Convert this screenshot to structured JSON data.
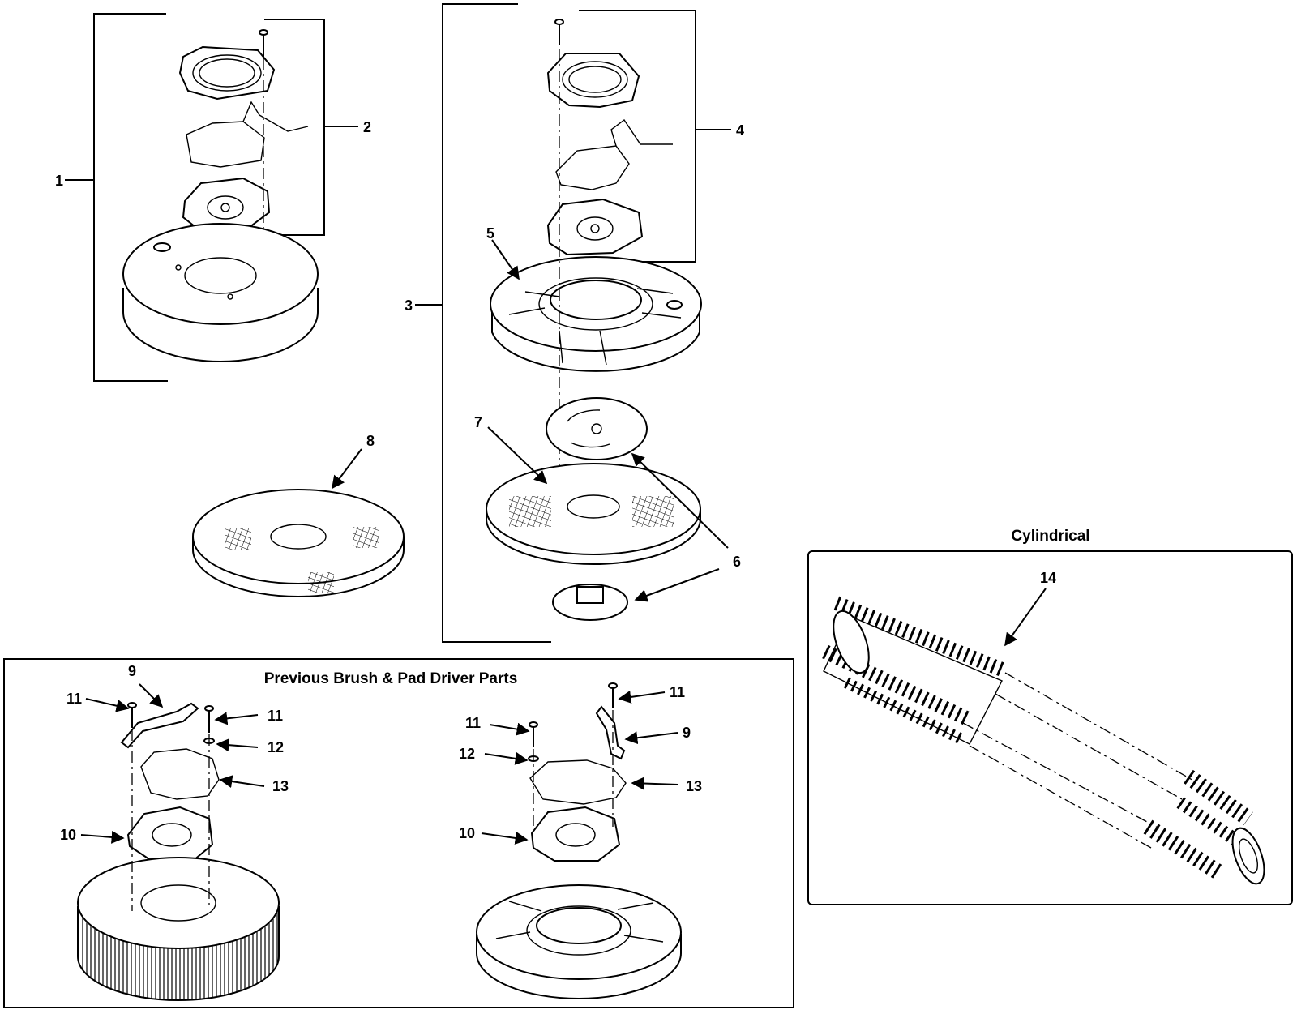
{
  "titles": {
    "previous_panel": "Previous Brush & Pad Driver Parts",
    "cylindrical_panel": "Cylindrical"
  },
  "callouts": {
    "c1": "1",
    "c2": "2",
    "c3": "3",
    "c4": "4",
    "c5": "5",
    "c6": "6",
    "c7": "7",
    "c8": "8",
    "p9a": "9",
    "p11a": "11",
    "p11b": "11",
    "p12a": "12",
    "p13a": "13",
    "p10a": "10",
    "p11c": "11",
    "p11d": "11",
    "p9b": "9",
    "p12b": "12",
    "p13b": "13",
    "p10b": "10",
    "c14": "14"
  }
}
